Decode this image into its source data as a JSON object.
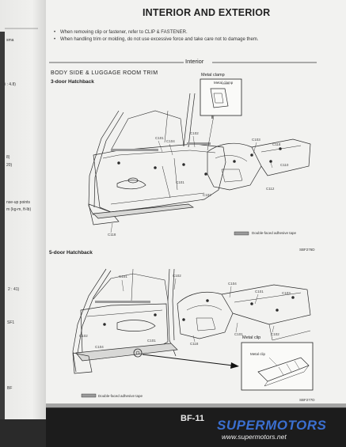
{
  "page": {
    "title": "INTERIOR AND EXTERIOR",
    "notes": [
      "When removing clip or fastener, refer to CLIP & FASTENER.",
      "When handling trim or molding, do not use excessive force and take care not to damage them."
    ],
    "bullet": "•",
    "section": "Interior",
    "heading": "BODY SIDE & LUGGAGE ROOM TRIM",
    "footer": "BF-11"
  },
  "left_margin": {
    "lines": [
      "sma",
      "i : 4.8)",
      "8)",
      "20)",
      "nse-up points",
      "m (kg-m, ft-lb)",
      "2 : 41)",
      "SF1",
      "BF"
    ]
  },
  "diagram_3door": {
    "title": "3-door Hatchback",
    "inset_title": "Metal clamp",
    "inset_part": "Metal clamp",
    "legend": "Double-faced adhesive tape",
    "ref": "SBF276D",
    "codes": [
      "C101",
      "C104",
      "C102",
      "C103",
      "C118",
      "C110",
      "C112",
      "C102",
      "C101",
      "C118"
    ]
  },
  "diagram_5door": {
    "title": "5-door Hatchback",
    "inset_title": "Metal clip",
    "inset_part": "Metal clip",
    "legend": "Double-faced adhesive tape",
    "ref": "SBF277D",
    "codes": [
      "C101",
      "C102",
      "C104",
      "C101",
      "C103",
      "C101",
      "C102",
      "C118",
      "C104",
      "C102",
      "C101"
    ]
  },
  "watermark": {
    "brand": "SUPERMOTORS",
    "url": "www.supermotors.net",
    "colors": {
      "brand": "#3b6fd0",
      "text": "#222222"
    }
  }
}
